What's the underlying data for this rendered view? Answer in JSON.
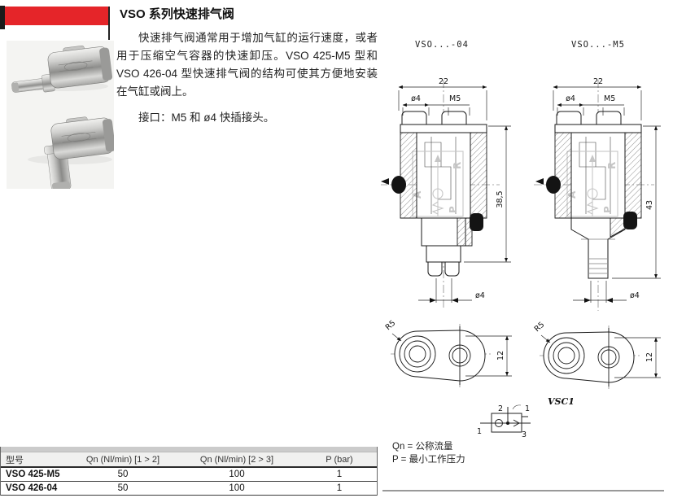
{
  "page": {
    "title": "VSO 系列快速排气阀",
    "intro": "快速排气阀通常用于增加气缸的运行速度，或者用于压缩空气容器的快速卸压。VSO 425-M5 型和 VSO 426-04 型快速排气阀的结构可使其方便地安装在气缸或阀上。",
    "ports_line": "接口：M5 和 ø4 快插接头。"
  },
  "drawings": {
    "left": {
      "label": "VSO...-04",
      "dim_width": "22",
      "dim_port_top": "ø4",
      "dim_thread": "M5",
      "dim_height": "38,5",
      "dim_port_bottom": "ø4"
    },
    "right": {
      "label": "VSO...-M5",
      "dim_width": "22",
      "dim_port_top": "ø4",
      "dim_thread": "M5",
      "dim_height": "43",
      "dim_port_bottom": "ø4"
    },
    "watermark": {
      "a": "A",
      "r": "R",
      "p": "P"
    },
    "views": {
      "radius": "R5",
      "height": "12"
    },
    "symbol": {
      "label": "VSC1",
      "port_top": "2",
      "port_top_right": "1",
      "port_left": "1",
      "port_bottom_right": "3"
    }
  },
  "notes": {
    "qn": "Qn = 公称流量",
    "p": "P = 最小工作压力"
  },
  "table": {
    "headers": [
      "型号",
      "Qn (Nl/min) [1 > 2]",
      "Qn (Nl/min) [2 > 3]",
      "P (bar)"
    ],
    "rows": [
      {
        "model": "VSO 425-M5",
        "qn12": "50",
        "qn23": "100",
        "p": "1"
      },
      {
        "model": "VSO 426-04",
        "qn12": "50",
        "qn23": "100",
        "p": "1"
      }
    ]
  },
  "colors": {
    "accent_red": "#e52529",
    "table_header_bg": "#f0f0ef",
    "table_strip": "#cbcbcb",
    "photo_bg": "#f4f4f2"
  }
}
